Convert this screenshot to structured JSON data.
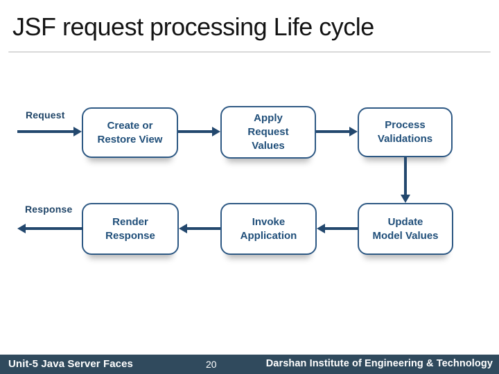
{
  "slide": {
    "title": "JSF request processing Life cycle",
    "footer": {
      "left": "Unit-5 Java Server Faces",
      "page_number": "20",
      "right": "Darshan Institute of Engineering & Technology"
    }
  },
  "diagram": {
    "request_label": "Request",
    "response_label": "Response",
    "nodes": [
      {
        "id": "create-or-restore-view",
        "label": "Create or\nRestore View"
      },
      {
        "id": "apply-request-values",
        "label": "Apply\nRequest\nValues"
      },
      {
        "id": "process-validations",
        "label": "Process\nValidations"
      },
      {
        "id": "render-response",
        "label": "Render\nResponse"
      },
      {
        "id": "invoke-application",
        "label": "Invoke\nApplication"
      },
      {
        "id": "update-model-values",
        "label": "Update\nModel Values"
      }
    ],
    "edges": [
      {
        "from": "request-in",
        "to": "create-or-restore-view",
        "direction": "right"
      },
      {
        "from": "create-or-restore-view",
        "to": "apply-request-values",
        "direction": "right"
      },
      {
        "from": "apply-request-values",
        "to": "process-validations",
        "direction": "right"
      },
      {
        "from": "process-validations",
        "to": "update-model-values",
        "direction": "down"
      },
      {
        "from": "update-model-values",
        "to": "invoke-application",
        "direction": "left"
      },
      {
        "from": "invoke-application",
        "to": "render-response",
        "direction": "left"
      },
      {
        "from": "render-response",
        "to": "response-out",
        "direction": "left"
      }
    ],
    "colors": {
      "node_border": "#2e5984",
      "node_text": "#1f4e79",
      "arrow": "#23486e",
      "footer_bg": "#304a5d",
      "title_text": "#141414",
      "divider": "#d9d9d9"
    }
  }
}
